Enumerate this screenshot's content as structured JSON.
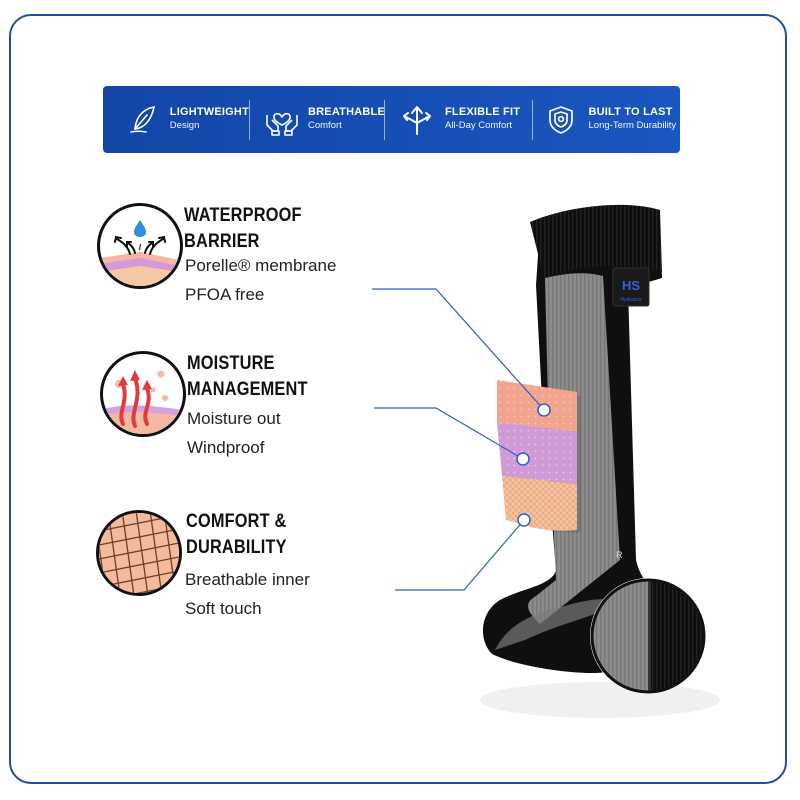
{
  "banner": {
    "features": [
      {
        "title": "LIGHTWEIGHT",
        "subtitle": "Design",
        "icon": "feather-icon"
      },
      {
        "title": "BREATHABLE",
        "subtitle": "Comfort",
        "icon": "hands-heart-icon"
      },
      {
        "title": "FLEXIBLE FIT",
        "subtitle": "All-Day Comfort",
        "icon": "arrows-split-icon"
      },
      {
        "title": "BUILT TO LAST",
        "subtitle": "Long-Term Durability",
        "icon": "shield-icon"
      }
    ],
    "color": "#1346a8"
  },
  "layers": [
    {
      "title_line1": "WATERPROOF",
      "title_line2": "BARRIER",
      "line1": "Porelle® membrane",
      "line2": "PFOA free",
      "icon": "waterproof-membrane-icon"
    },
    {
      "title_line1": "MOISTURE",
      "title_line2": "MANAGEMENT",
      "line1": "Moisture out",
      "line2": "Windproof",
      "icon": "moisture-wicking-icon"
    },
    {
      "title_line1": "COMFORT &",
      "title_line2": "DURABILITY",
      "line1": "Breathable inner",
      "line2": "Soft touch",
      "icon": "mesh-fabric-icon"
    }
  ],
  "sock": {
    "logo_text": "HS",
    "brand_text": "Hydrasox",
    "side_mark": "R"
  },
  "colors": {
    "accent": "#1d4fa8",
    "sock_black": "#0d0d0d",
    "sock_gray": "#8a8a8a",
    "layer_pink": "#f2a48f",
    "layer_purple": "#cf9ad6",
    "layer_peach": "#f5bf97"
  }
}
